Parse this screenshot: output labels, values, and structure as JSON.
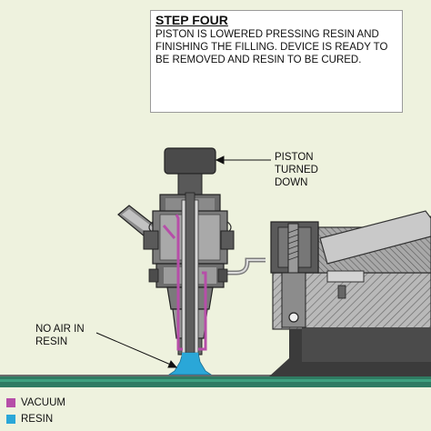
{
  "callout": {
    "title": "STEP FOUR",
    "body": "PISTON IS LOWERED PRESSING RESIN AND FINISHING THE FILLING. DEVICE IS READY TO BE REMOVED AND RESIN TO BE CURED."
  },
  "labels": {
    "piston": "PISTON\nTURNED\nDOWN",
    "no_air": "NO AIR IN\nRESIN"
  },
  "legend": [
    {
      "name": "VACUUM",
      "color": "#b64ea8"
    },
    {
      "name": "RESIN",
      "color": "#2aa7d8"
    }
  ],
  "colors": {
    "background": "#eef2de",
    "steel_dark": "#4e4e4e",
    "steel_mid": "#7c7c7c",
    "steel_light": "#bdbdbd",
    "vacuum": "#b64ea8",
    "resin": "#2aa7d8",
    "plate_green": "#2f7b62"
  }
}
